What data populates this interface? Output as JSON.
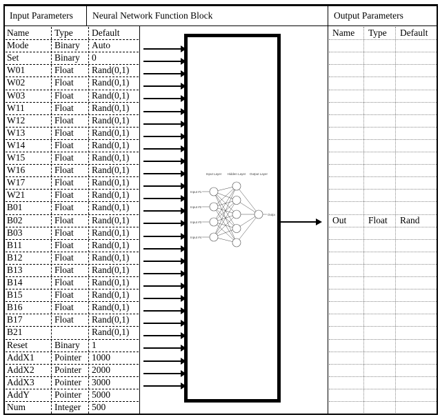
{
  "headers": {
    "input": "Input Parameters",
    "block": "Neural Network Function Block",
    "output": "Output Parameters"
  },
  "input_columns": [
    "Name",
    "Type",
    "Default"
  ],
  "output_columns": [
    "Name",
    "Type",
    "Default"
  ],
  "inputs": [
    {
      "name": "Mode",
      "type": "Binary",
      "default": "Auto"
    },
    {
      "name": "Set",
      "type": "Binary",
      "default": "0"
    },
    {
      "name": "W01",
      "type": "Float",
      "default": "Rand(0,1)"
    },
    {
      "name": "W02",
      "type": "Float",
      "default": "Rand(0,1)"
    },
    {
      "name": "W03",
      "type": "Float",
      "default": "Rand(0,1)"
    },
    {
      "name": "W11",
      "type": "Float",
      "default": "Rand(0,1)"
    },
    {
      "name": "W12",
      "type": "Float",
      "default": "Rand(0,1)"
    },
    {
      "name": "W13",
      "type": "Float",
      "default": "Rand(0,1)"
    },
    {
      "name": "W14",
      "type": "Float",
      "default": "Rand(0,1)"
    },
    {
      "name": "W15",
      "type": "Float",
      "default": "Rand(0,1)"
    },
    {
      "name": "W16",
      "type": "Float",
      "default": "Rand(0,1)"
    },
    {
      "name": "W17",
      "type": "Float",
      "default": "Rand(0,1)"
    },
    {
      "name": "W21",
      "type": "Float",
      "default": "Rand(0,1)"
    },
    {
      "name": "B01",
      "type": "Float",
      "default": "Rand(0,1)"
    },
    {
      "name": "B02",
      "type": "Float",
      "default": "Rand(0,1)"
    },
    {
      "name": "B03",
      "type": "Float",
      "default": "Rand(0,1)"
    },
    {
      "name": "B11",
      "type": "Float",
      "default": "Rand(0,1)"
    },
    {
      "name": "B12",
      "type": "Float",
      "default": "Rand(0,1)"
    },
    {
      "name": "B13",
      "type": "Float",
      "default": "Rand(0,1)"
    },
    {
      "name": "B14",
      "type": "Float",
      "default": "Rand(0,1)"
    },
    {
      "name": "B15",
      "type": "Float",
      "default": "Rand(0,1)"
    },
    {
      "name": "B16",
      "type": "Float",
      "default": "Rand(0,1)"
    },
    {
      "name": "B17",
      "type": "Float",
      "default": "Rand(0,1)"
    },
    {
      "name": "B21",
      "type": "",
      "default": "Rand(0,1)"
    },
    {
      "name": "Reset",
      "type": "Binary",
      "default": "1"
    },
    {
      "name": "AddX1",
      "type": "Pointer",
      "default": "1000"
    },
    {
      "name": "AddX2",
      "type": "Pointer",
      "default": "2000"
    },
    {
      "name": "AddX3",
      "type": "Pointer",
      "default": "3000"
    },
    {
      "name": "AddY",
      "type": "Pointer",
      "default": "5000"
    },
    {
      "name": "Num",
      "type": "Integer",
      "default": "500"
    }
  ],
  "outputs": [
    {
      "name": "Out",
      "type": "Float",
      "default": "Rand"
    }
  ],
  "network_diagram": {
    "layer_labels": [
      "Input Layer",
      "Hidden Layer",
      "Output Layer"
    ],
    "input_labels": [
      "Input #1",
      "Input #2",
      "Input #3",
      "Input #4"
    ],
    "output_label": "Output",
    "hidden_count": 5
  }
}
